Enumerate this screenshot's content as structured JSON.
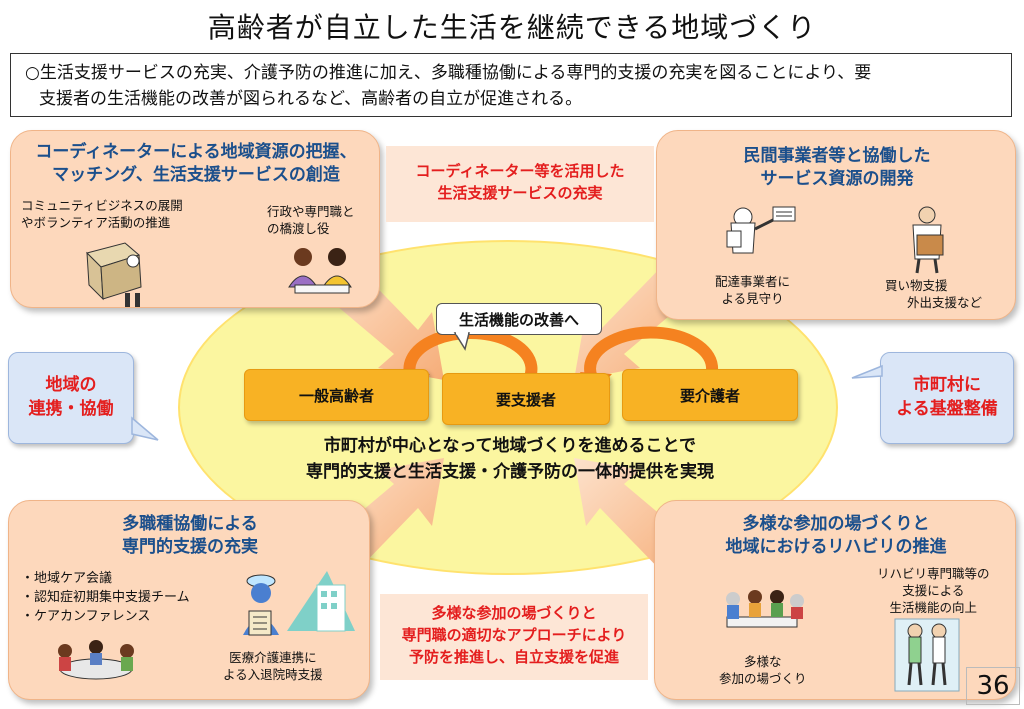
{
  "title": "高齢者が自立した生活を継続できる地域づくり",
  "intro": {
    "line1": "○生活支援サービスの充実、介護予防の推進に加え、多職種協働による専門的支援の充実を図ることにより、要",
    "line2": "支援者の生活機能の改善が図られるなど、高齢者の自立が促進される。"
  },
  "top_left": {
    "title_line1": "コーディネーターによる地域資源の把握、",
    "title_line2": "マッチング、生活支援サービスの創造",
    "item1_line1": "コミュニティビジネスの展開",
    "item1_line2": "やボランティア活動の推進",
    "item2_line1": "行政や専門職と",
    "item2_line2": "の橋渡し役"
  },
  "top_center": {
    "line1": "コーディネーター等を活用した",
    "line2": "生活支援サービスの充実"
  },
  "top_right": {
    "title_line1": "民間事業者等と協働した",
    "title_line2": "サービス資源の開発",
    "item1_line1": "配達事業者に",
    "item1_line2": "よる見守り",
    "item2_line1": "買い物支援",
    "item2_line2": "外出支援など"
  },
  "left_callout": {
    "line1": "地域の",
    "line2": "連携・協働"
  },
  "right_callout": {
    "line1": "市町村に",
    "line2": "よる基盤整備"
  },
  "bubble": "生活機能の改善へ",
  "pills": [
    "一般高齢者",
    "要支援者",
    "要介護者"
  ],
  "center_text": {
    "line1": "市町村が中心となって地域づくりを進めることで",
    "line2": "専門的支援と生活支援・介護予防の一体的提供を実現"
  },
  "bottom_left": {
    "title_line1": "多職種協働による",
    "title_line2": "専門的支援の充実",
    "bullets": [
      "・地域ケア会議",
      "・認知症初期集中支援チーム",
      "・ケアカンファレンス"
    ],
    "caption_line1": "医療介護連携に",
    "caption_line2": "よる入退院時支援"
  },
  "bottom_center": {
    "line1": "多様な参加の場づくりと",
    "line2": "専門職の適切なアプローチにより",
    "line3": "予防を推進し、自立支援を促進"
  },
  "bottom_right": {
    "title_line1": "多様な参加の場づくりと",
    "title_line2": "地域におけるリハビリの推進",
    "caption1_line1": "リハビリ専門職等の",
    "caption1_line2": "支援による",
    "caption1_line3": "生活機能の向上",
    "caption2_line1": "多様な",
    "caption2_line2": "参加の場づくり"
  },
  "page_number": "36",
  "colors": {
    "title_blue": "#1b4f8c",
    "accent_red": "#e41e1e",
    "card_fill": "#fdd8bc",
    "ellipse_fill": "#fbf6a0",
    "pill_fill": "#f8b224",
    "arrow_orange": "#f58220"
  }
}
